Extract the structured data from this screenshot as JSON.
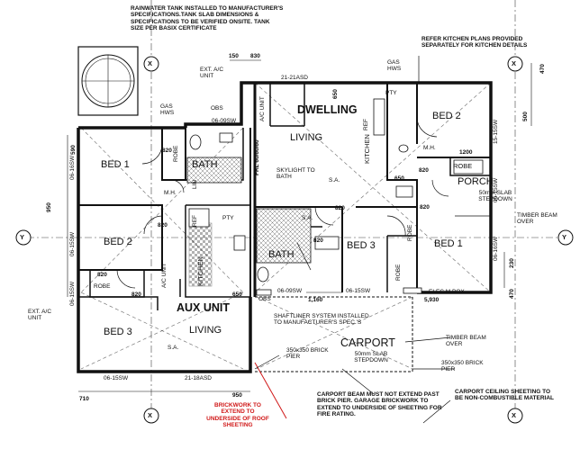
{
  "notes": {
    "rainwater": "RAINWATER TANK INSTALLED TO MANUFACTURER'S SPECIFICATIONS.TANK SLAB DIMENSIONS & SPECIFICATIONS TO BE VERIFIED ONSITE. TANK SIZE PER BASIX CERTIFICATE",
    "kitchen_plans": "REFER KITCHEN PLANS PROVIDED SEPARATELY FOR KITCHEN DETAILS",
    "shaftliner": "SHAFTLINER SYSTEM INSTALLED TO MANUFACTURER'S SPEC.'S",
    "carport_beam": "CARPORT BEAM MUST NOT EXTEND PAST BRICK PIER. GARAGE BRICKWORK TO EXTEND TO UNDERSIDE OF SHEETING FOR FIRE RATING.",
    "carport_ceiling": "CARPORT CEILING SHEETING TO BE NON-COMBUSTIBLE MATERIAL",
    "brickwork": "BRICKWORK TO EXTEND TO UNDERSIDE OF ROOF SHEETING",
    "skylight": "SKYLIGHT TO BATH",
    "timber_beam_1": "TIMBER BEAM OVER",
    "timber_beam_2": "TIMBER BEAM OVER",
    "pier_1": "350x350 BRICK PIER",
    "pier_2": "350x350 BRICK PIER",
    "slab_porch": "50mm SLAB STEPDOWN",
    "slab_carport": "50mm SLAB STEPDOWN",
    "ext_ac_1": "EXT. A/C UNIT",
    "ext_ac_2": "EXT. A/C UNIT",
    "gas_hws_1": "GAS HWS",
    "gas_hws_2": "GAS HWS",
    "frl": "FRL 60/60/60"
  },
  "rooms": {
    "dwelling": "DWELLING",
    "living_main": "LIVING",
    "bed2_main": "BED 2",
    "kitchen_main": "KITCHEN",
    "bath_main": "BATH",
    "porch": "PORCH",
    "robe_main": "ROBE",
    "bed3_main": "BED 3",
    "bed1_main": "BED 1",
    "carport": "CARPORT",
    "aux_unit": "AUX UNIT",
    "living_aux": "LIVING",
    "bed1_aux": "BED 1",
    "bed2_aux": "BED 2",
    "bed3_aux": "BED 3",
    "bath_aux": "BATH",
    "kitchen_aux": "KITCHEN",
    "robe_aux_1": "ROBE",
    "robe_aux_2": "ROBE",
    "robe_main_2": "ROBE",
    "robe_main_3": "ROBE",
    "lin": "LIN",
    "ref_1": "REF",
    "ref_2": "REF",
    "pty_1": "PTY",
    "pty_2": "PTY",
    "mh_1": "M.H.",
    "mh_2": "M.H.",
    "acunit_1": "A/C UNIT",
    "acunit_2": "A/C UNIT",
    "elec": "ELEC.M.BOX",
    "obs_1": "OBS",
    "obs_2": "OBS",
    "sa_1": "S.A.",
    "sa_2": "S.A.",
    "sa_3": "S.A."
  },
  "dimensions": {
    "d150": "150",
    "d830": "830",
    "d470a": "470",
    "d500": "500",
    "d590": "590",
    "d950a": "950",
    "d710": "710",
    "d950b": "950",
    "d1160": "1,160",
    "d5930": "5,930",
    "d650a": "650",
    "d650b": "650",
    "d650c": "650",
    "d820a": "820",
    "d820b": "820",
    "d820c": "820",
    "d820d": "820",
    "d820e": "820",
    "d820f": "820",
    "d820g": "820",
    "d820h": "820",
    "d1200": "1200",
    "d470b": "470",
    "d230": "230"
  },
  "windows": {
    "w1": "21-21ASD",
    "w2": "06-09SW",
    "w3": "06-16SW",
    "w4": "06-15SW",
    "w5": "06-15SW",
    "w6": "06-09SW",
    "w7": "06-15SW",
    "w8": "06-16SW",
    "w9": "15-15SW",
    "w10": "06-15SW",
    "w11": "21-18ASD",
    "w12": "06-15SW"
  },
  "grid": {
    "x": "X",
    "y": "Y"
  }
}
